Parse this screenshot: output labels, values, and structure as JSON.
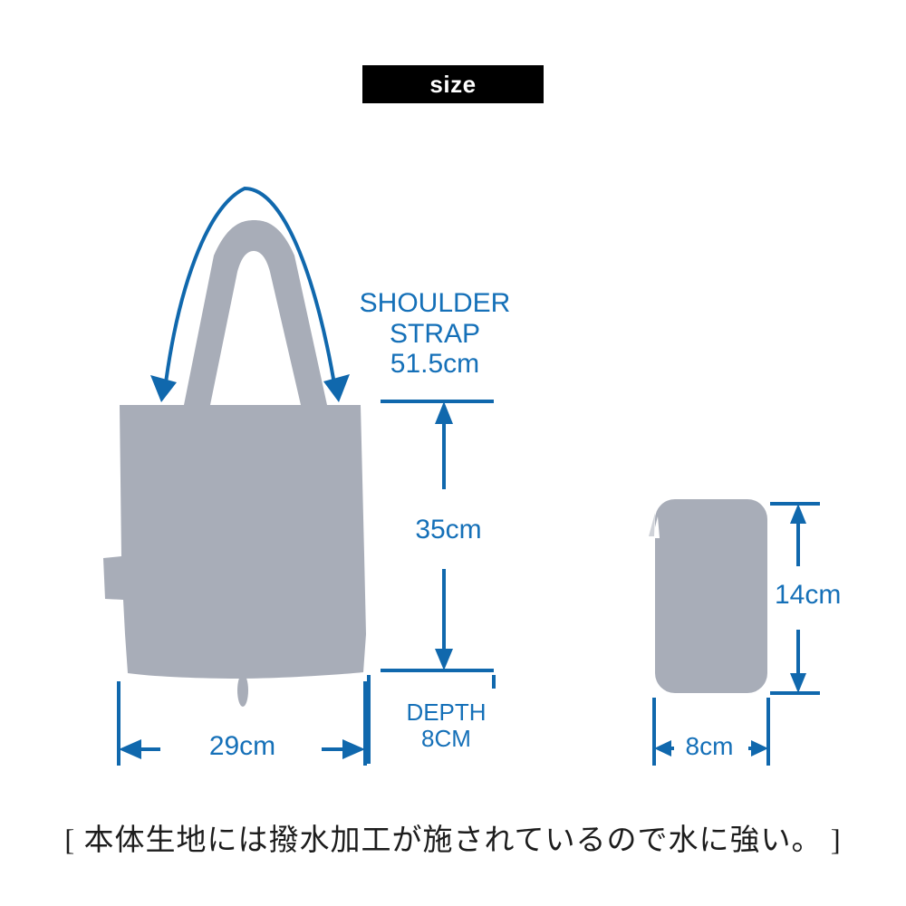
{
  "header": {
    "banner_label": "size"
  },
  "colors": {
    "accent_blue": "#1570b8",
    "line_blue": "#1068ad",
    "bag_gray": "#a8adb8",
    "banner_bg": "#000000",
    "banner_text": "#ffffff",
    "caption_text": "#1c1c1c",
    "page_bg": "#ffffff"
  },
  "diagram": {
    "tote": {
      "name": "tote-bag",
      "shoulder_strap_label": "SHOULDER\nSTRAP\n51.5cm",
      "shoulder_strap_value": "51.5cm",
      "height_label": "35cm",
      "width_label": "29cm",
      "depth_label": "DEPTH\n8CM",
      "depth_value": "8CM"
    },
    "pouch": {
      "name": "pouch",
      "height_label": "14cm",
      "width_label": "8cm"
    }
  },
  "footer": {
    "caption": "[ 本体生地には撥水加工が施されているので水に強い。 ]"
  }
}
